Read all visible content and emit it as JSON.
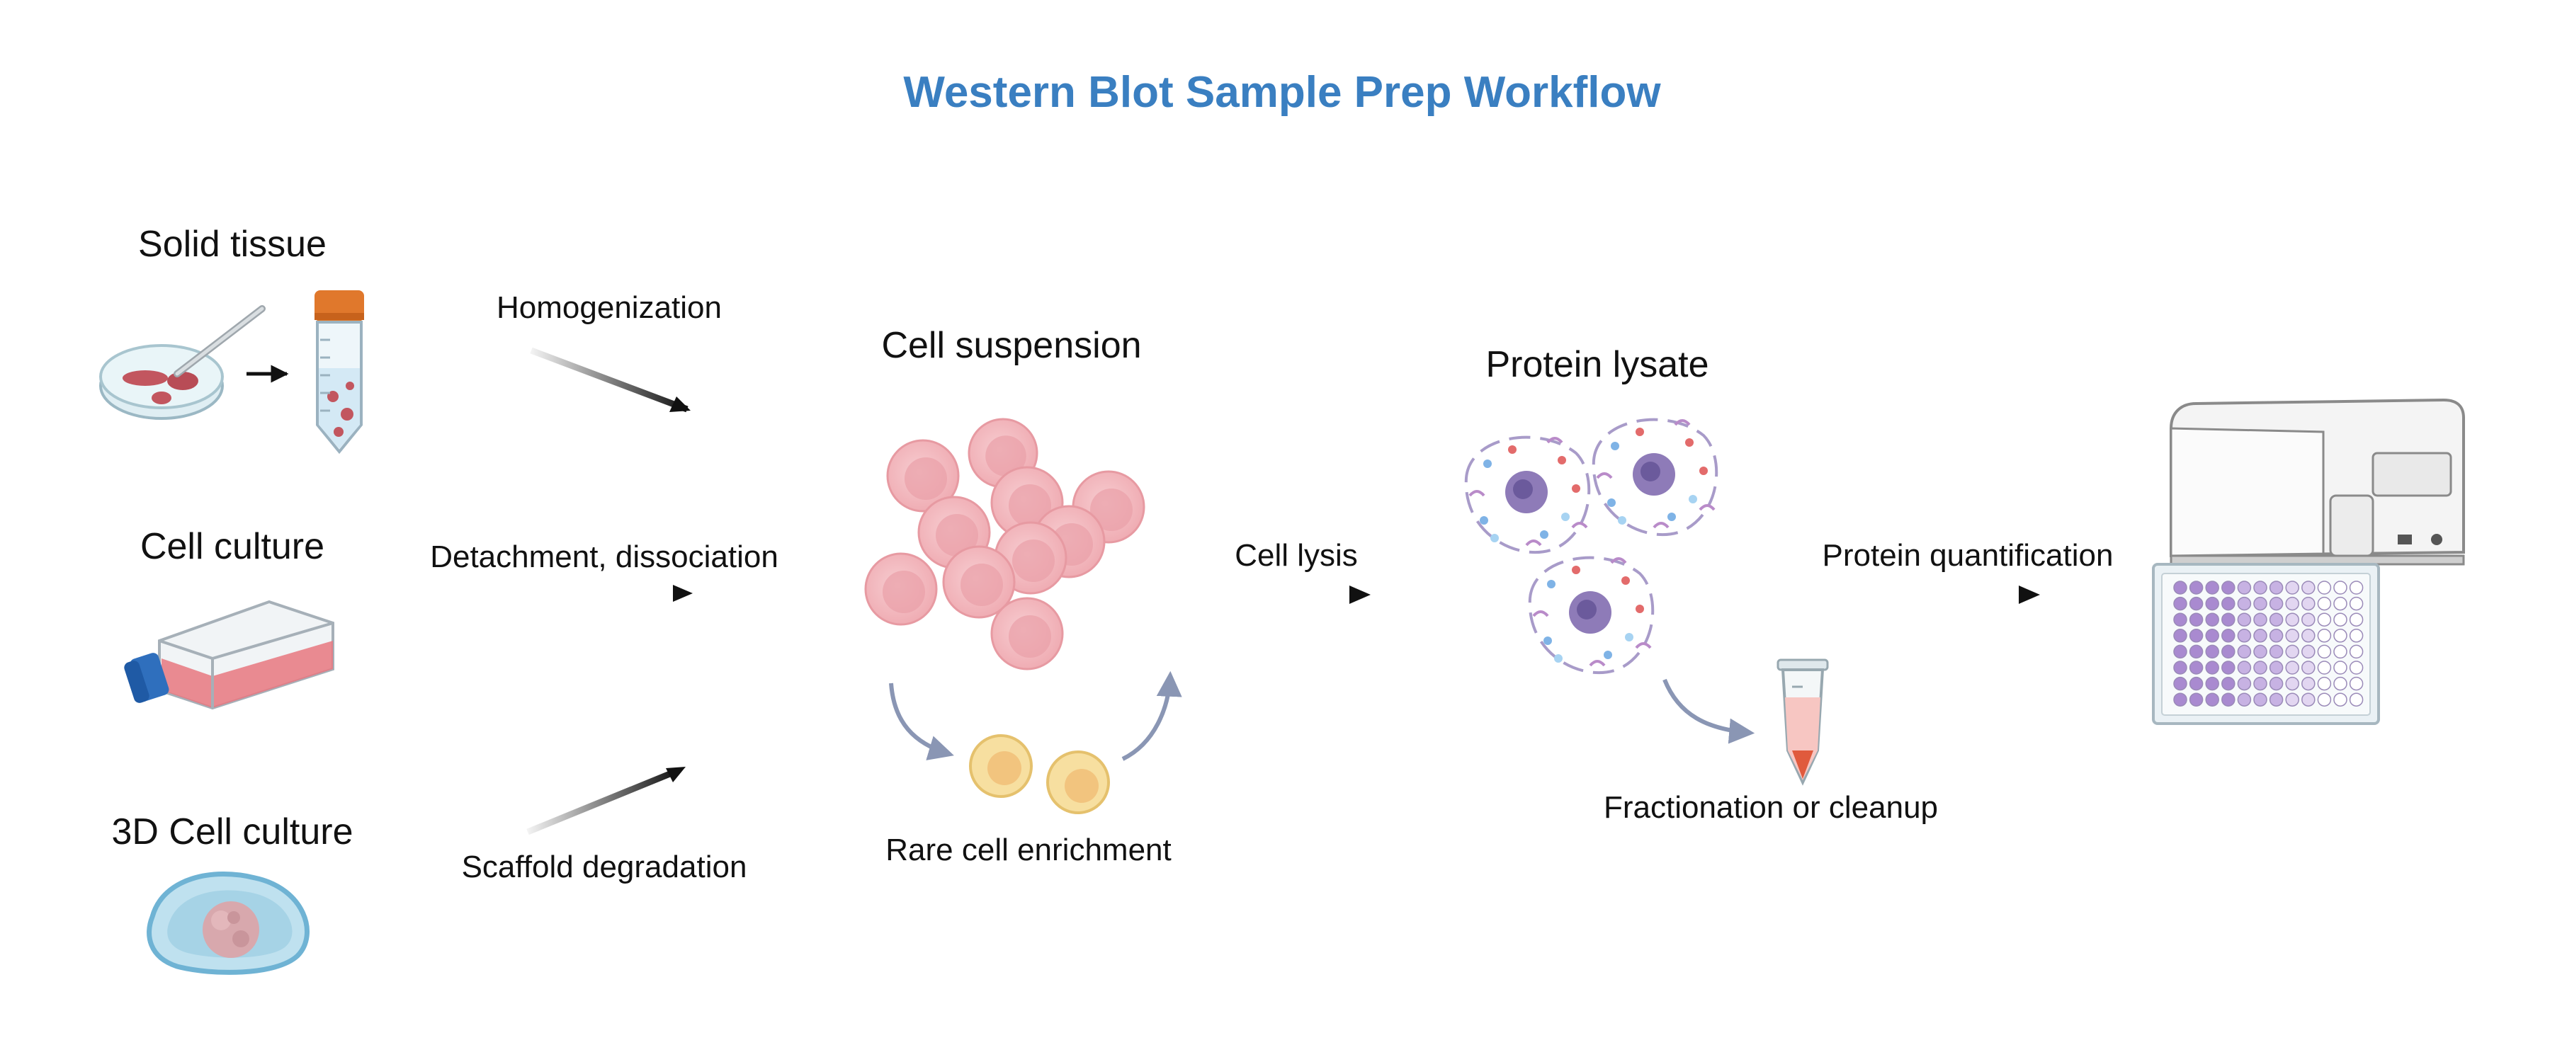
{
  "title": "Western Blot Sample Prep Workflow",
  "sources": {
    "solid_tissue": "Solid tissue",
    "cell_culture": "Cell culture",
    "cell_culture_3d": "3D Cell culture"
  },
  "steps": {
    "homogenization": "Homogenization",
    "detachment": "Detachment, dissociation",
    "scaffold": "Scaffold degradation",
    "cell_lysis": "Cell lysis",
    "protein_quantification": "Protein quantification"
  },
  "stages": {
    "cell_suspension": "Cell suspension",
    "rare_cell": "Rare cell enrichment",
    "protein_lysate": "Protein lysate",
    "fractionation": "Fractionation or cleanup"
  },
  "colors": {
    "title": "#3a7fc1",
    "arrow": "#111111",
    "curved_arrow": "#8a96b4",
    "cell_pink": "#f2b8bd",
    "cell_pink_inner": "#e58f98",
    "rare_cell": "#f7dfa0",
    "lysate_purple": "#8e7bb8",
    "plate_well": "#a98ad0"
  },
  "icons": [
    "petri-dish-icon",
    "falcon-tube-icon",
    "culture-flask-icon",
    "spheroid-icon",
    "cell-suspension-icon",
    "rare-cells-icon",
    "lysed-cells-icon",
    "microtube-icon",
    "plate-reader-icon",
    "well-plate-icon"
  ]
}
